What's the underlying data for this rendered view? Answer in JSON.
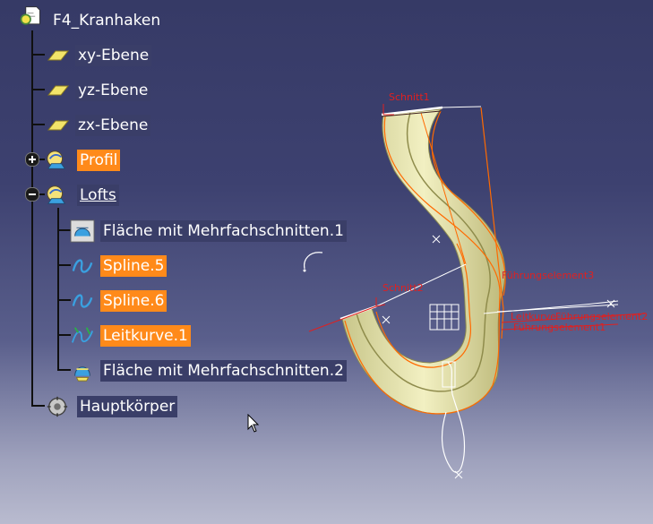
{
  "tree": {
    "root": {
      "label": "F4_Kranhaken",
      "icon": "part-document-icon"
    },
    "items": [
      {
        "label": "xy-Ebene",
        "icon": "plane-icon",
        "selected": false
      },
      {
        "label": "yz-Ebene",
        "icon": "plane-icon",
        "selected": false
      },
      {
        "label": "zx-Ebene",
        "icon": "plane-icon",
        "selected": false
      },
      {
        "label": "Profil",
        "icon": "geometrical-set-icon",
        "selected": true,
        "expander": "plus"
      },
      {
        "label": "Lofts",
        "icon": "geometrical-set-icon",
        "selected": false,
        "expander": "minus"
      },
      {
        "label": "Fläche mit Mehrfachschnitten.1",
        "icon": "multi-section-surface-icon",
        "selected": false
      },
      {
        "label": "Spline.5",
        "icon": "spline-icon",
        "selected": true
      },
      {
        "label": "Spline.6",
        "icon": "spline-icon",
        "selected": true
      },
      {
        "label": "Leitkurve.1",
        "icon": "guide-curve-icon",
        "selected": true
      },
      {
        "label": "Fläche mit Mehrfachschnitten.2",
        "icon": "multi-section-surface-icon",
        "selected": false
      },
      {
        "label": "Hauptkörper",
        "icon": "part-body-icon",
        "selected": false
      }
    ]
  },
  "model": {
    "labels": {
      "schnitt1": "Schnitt1",
      "schnitt2": "Schnitt2",
      "fuehrung3": "Führungselement3",
      "leitkurve": "Leitkurve",
      "fuehrung2": "Führungselement2",
      "fuehrung1": "Führungselement1"
    },
    "colors": {
      "surface": "#e6e4a8",
      "highlight": "#ff6a00",
      "annotation": "#e02020",
      "selection_bg": "#ff8a1a"
    }
  }
}
